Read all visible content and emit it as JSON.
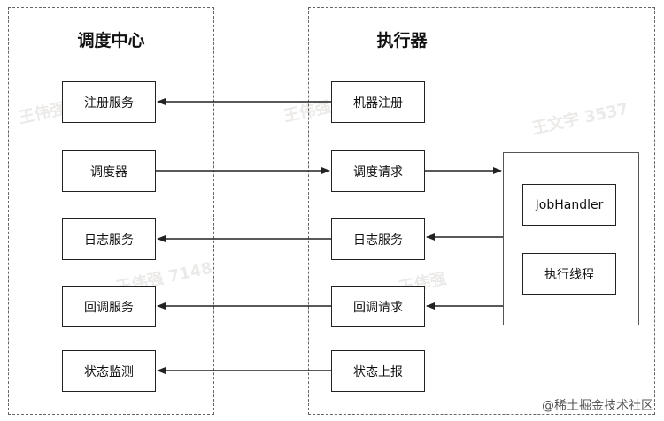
{
  "scheduler": {
    "title": "调度中心",
    "items": [
      "注册服务",
      "调度器",
      "日志服务",
      "回调服务",
      "状态监测"
    ]
  },
  "executor": {
    "title": "执行器",
    "items": [
      "机器注册",
      "调度请求",
      "日志服务",
      "回调请求",
      "状态上报"
    ],
    "panel_items": [
      "JobHandler",
      "执行线程"
    ]
  },
  "watermarks": [
    "王伟强 7148",
    "王伟强",
    "王文宇 3537",
    "王伟强 7148"
  ],
  "footer": {
    "credit": "@稀土掘金技术社区"
  }
}
